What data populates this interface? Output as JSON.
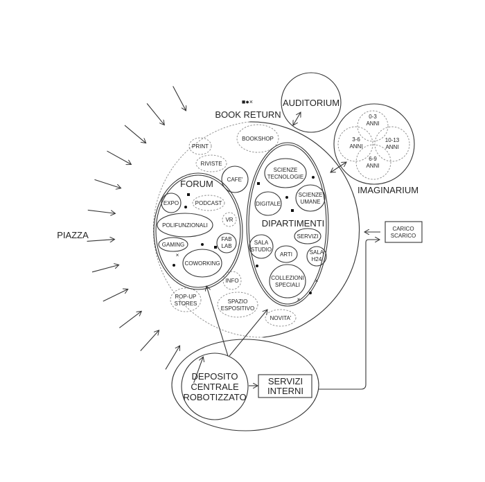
{
  "labels": {
    "piazza": "PIAZZA",
    "book_return": "BOOK RETURN",
    "book_return_symbols": "■●×",
    "auditorium": "AUDITORIUM",
    "imaginarium": "IMAGINARIUM",
    "forum": "FORUM",
    "dipartimenti": "DIPARTIMENTI",
    "carico_scarico": [
      "CARICO",
      "SCARICO"
    ],
    "deposito": [
      "DEPOSITO",
      "CENTRALE",
      "ROBOTIZZATO"
    ],
    "servizi_interni": [
      "SERVIZI",
      "INTERNI"
    ]
  },
  "imaginarium_ages": [
    [
      "0-3",
      "ANNI"
    ],
    [
      "3-6",
      "ANNI"
    ],
    [
      "10-13",
      "ANNI"
    ],
    [
      "6-9",
      "ANNI"
    ]
  ],
  "general_spaces": {
    "bookshop": "BOOKSHOP",
    "print": "PRINT",
    "riviste": "RIVISTE",
    "cafe": "CAFE'",
    "info": "INFO",
    "popup": [
      "POP-UP",
      "STORES"
    ],
    "spazio": [
      "SPAZIO",
      "ESPOSITIVO"
    ],
    "novita": "NOVITA'"
  },
  "forum_spaces": {
    "expo": "EXPO",
    "podcast": "PODCAST",
    "vr": "VR",
    "polifunzionali": "POLIFUNZIONALI",
    "gaming": "GAMING",
    "fablab": [
      "FAB",
      "LAB"
    ],
    "coworking": "COWORKING"
  },
  "dipartimenti_spaces": {
    "scienze_tec": [
      "SCIENZE",
      "TECNOLOGIE"
    ],
    "digitale": "DIGITALE",
    "scienze_umane": [
      "SCIENZE",
      "UMANE"
    ],
    "sala_studio": [
      "SALA",
      "STUDIO"
    ],
    "servizi": "SERVIZI",
    "arti": "ARTI",
    "sala_h24": [
      "SALA",
      "H24"
    ],
    "collezioni": [
      "COLLEZIONI",
      "SPECIALI"
    ]
  }
}
